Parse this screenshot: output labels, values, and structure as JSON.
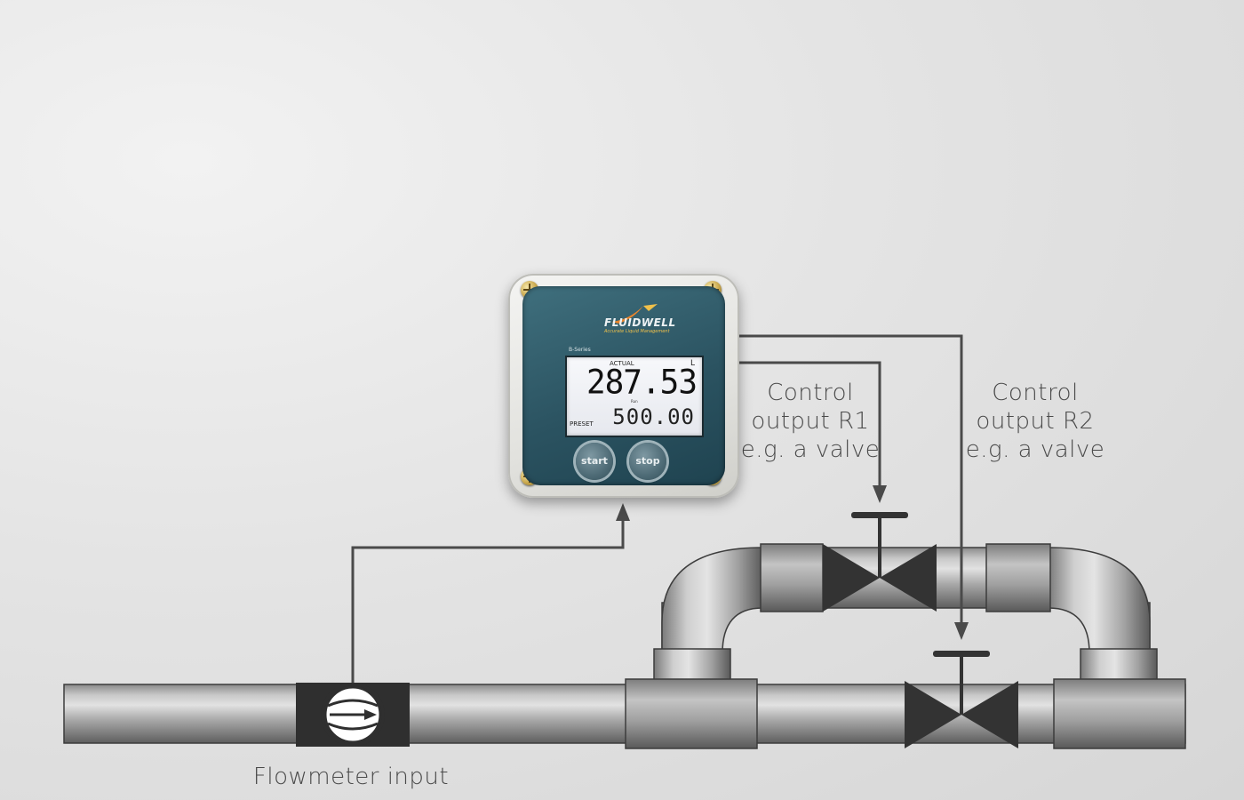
{
  "labels": {
    "r1": [
      "Control",
      "output R1",
      "e.g. a valve"
    ],
    "r2": [
      "Control",
      "output R2",
      "e.g. a valve"
    ],
    "flow": "Flowmeter input"
  },
  "device": {
    "brand": "FLUIDWELL",
    "tagline": "Accurate Liquid Management",
    "series": "B-Series",
    "lcd": {
      "actual_label": "ACTUAL",
      "unit": "L",
      "actual_value": "287.53",
      "run_label": "Run",
      "preset_label": "PRESET",
      "preset_value": "500.00"
    },
    "buttons": {
      "start": "start",
      "stop": "stop"
    }
  },
  "colors": {
    "pipe_light": "#d8d8d8",
    "pipe_dark": "#7a7a7a",
    "signal_line": "#4a4a4a",
    "valve": "#333333",
    "device_face": "#2b5361",
    "accent": "#f0c14a"
  },
  "icons": [
    "flowmeter-icon",
    "valve-icon",
    "arrow-icon",
    "screw-icon"
  ]
}
